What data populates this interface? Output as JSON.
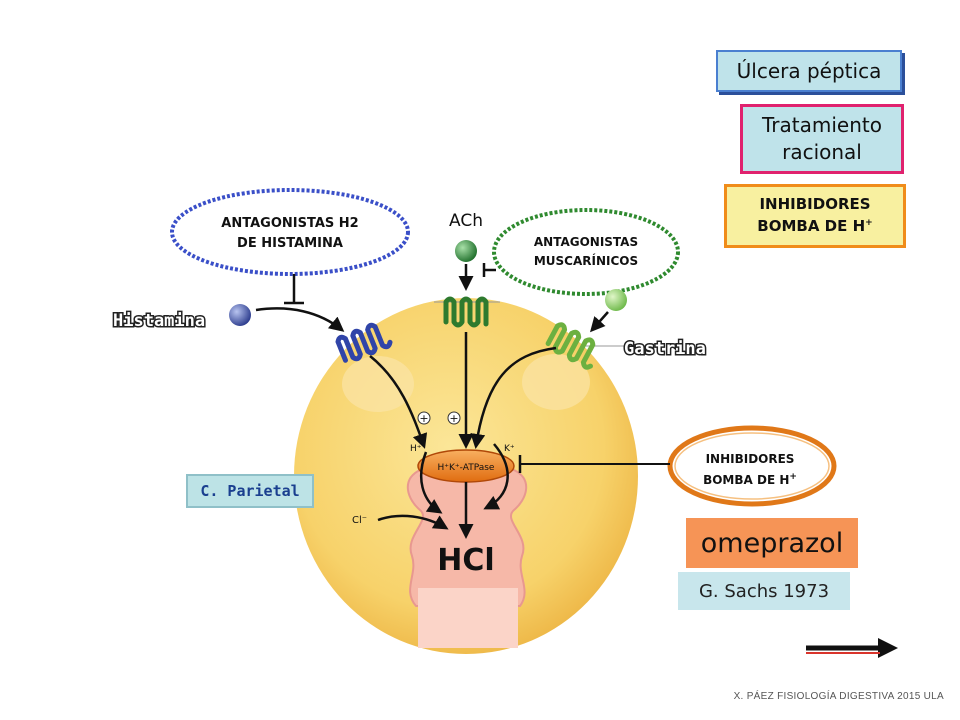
{
  "diagram": {
    "antagonistas_h2": [
      "ANTAGONISTAS H2",
      "DE HISTAMINA"
    ],
    "antagonistas_muscarinicos": [
      "ANTAGONISTAS",
      "MUSCARÍNICOS"
    ],
    "inhibidores_oval": [
      "INHIBIDORES",
      "BOMBA DE H"
    ],
    "histamina": "Histamina",
    "ach": "ACh",
    "gastrina": "Gastrina",
    "atpase": "H⁺K⁺-ATPase",
    "h_plus": "H⁺",
    "k_plus": "K⁺",
    "plus_sign": "+",
    "cl_minus": "Cl⁻",
    "hcl": "HCl"
  },
  "boxes": {
    "title": "Úlcera péptica",
    "tratamiento": [
      "Tratamiento",
      "racional"
    ],
    "inhibidores": [
      "INHIBIDORES",
      "BOMBA DE H"
    ],
    "superscript_plus": "+",
    "parietal": "C. Parietal",
    "omeprazol": "omeprazol",
    "sachs": "G. Sachs 1973"
  },
  "footer": "X. PÁEZ  FISIOLOGÍA DIGESTIVA 2015 ULA",
  "colors": {
    "cell_fill": "#f7d26a",
    "lumen_fill": "#f6b8a8",
    "histamine_ball": "#3c4fa8",
    "ach_ball": "#2e8b3a",
    "gastrin_ball": "#8ed06a",
    "oval_blue": "#3a4fc8",
    "oval_green": "#2f8a2f",
    "oval_orange": "#e07818",
    "atpase_fill": "#f08020"
  }
}
